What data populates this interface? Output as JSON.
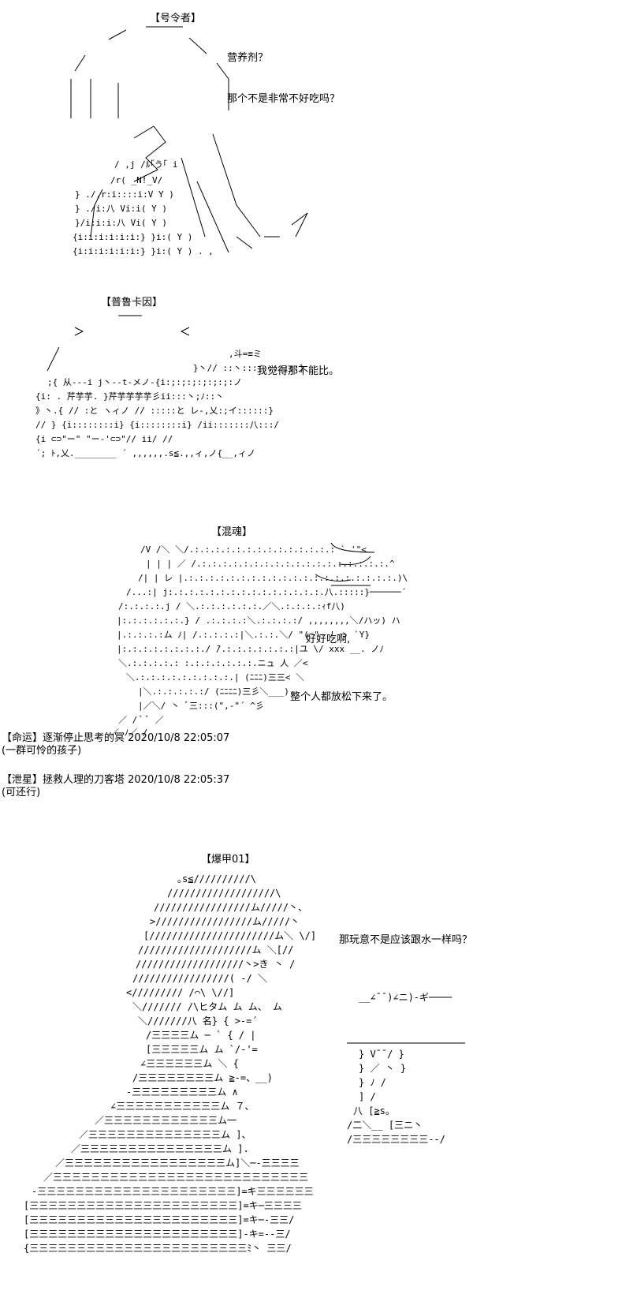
{
  "scenes": [
    {
      "name_label": "【号令者】",
      "speech": [
        "营养剂？",
        "那个不是非常不好吃吗？"
      ]
    },
    {
      "name_label": "【普鲁卡因】",
      "speech": [
        "我觉得那不能比。"
      ]
    },
    {
      "name_label": "【混魂】",
      "speech": [
        "好好吃啊,",
        "整个人都放松下来了。"
      ]
    },
    {
      "name_label": "【爆甲01】",
      "speech": [
        "那玩意不是应该跟水一样吗？"
      ]
    }
  ],
  "comments": [
    {
      "author_line": "【命运】逐渐停止思考的冥 2020/10/8 22:05:07",
      "text": "(一群可怜的孩子)"
    },
    {
      "author_line": "【泄星】拯救人理的刀客塔 2020/10/8 22:05:37",
      "text": "(可还行)"
    }
  ]
}
